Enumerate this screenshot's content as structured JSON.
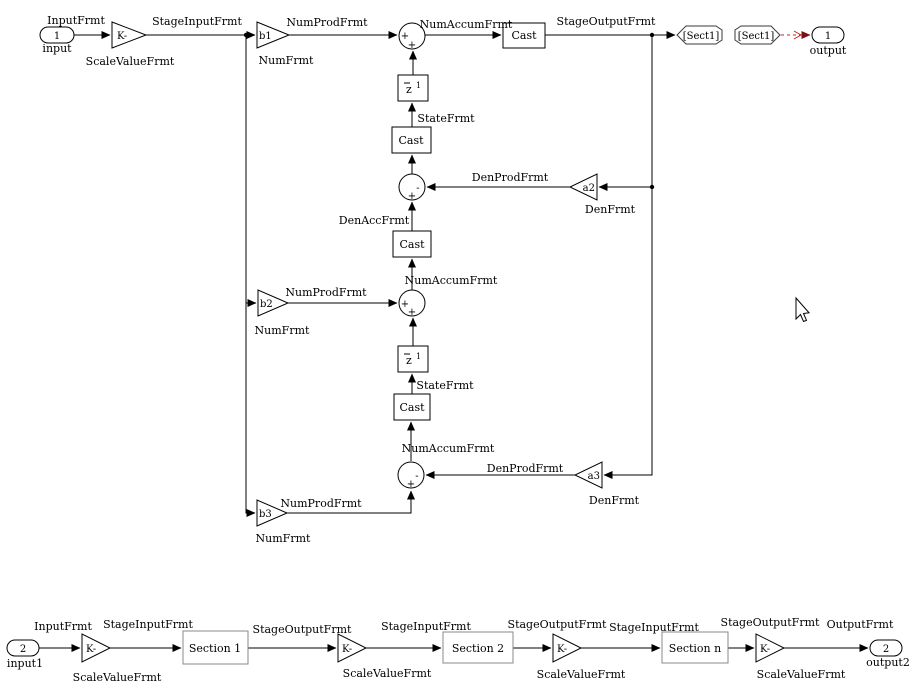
{
  "diagram_type": "Simulink filter-stage block diagram",
  "labels": {
    "input_frmt": "InputFrmt",
    "stage_input_frmt": "StageInputFrmt",
    "stage_output_frmt": "StageOutputFrmt",
    "scale_value_frmt": "ScaleValueFrmt",
    "num_prod_frmt": "NumProdFrmt",
    "num_accum_frmt": "NumAccumFrmt",
    "num_frmt": "NumFrmt",
    "den_prod_frmt": "DenProdFrmt",
    "den_acc_frmt": "DenAccFrmt",
    "den_frmt": "DenFrmt",
    "state_frmt": "StateFrmt",
    "output_frmt": "OutputFrmt"
  },
  "blocks": {
    "cast": "Cast",
    "delay_base": "z",
    "delay_sup": "1",
    "gain_scale": "K-",
    "gain_b1": "b1",
    "gain_b2": "b2",
    "gain_b3": "b3",
    "gain_a2": "a2",
    "gain_a3": "a3",
    "goto_tag": "[Sect1]",
    "from_tag": "[Sect1]",
    "section_1": "Section 1",
    "section_2": "Section 2",
    "section_n": "Section n",
    "plus": "+",
    "minus": "-"
  },
  "ports": {
    "top_input": {
      "number": "1",
      "name": "input"
    },
    "top_output": {
      "number": "1",
      "name": "output"
    },
    "bottom_input": {
      "number": "2",
      "name": "input1"
    },
    "bottom_output": {
      "number": "2",
      "name": "output2"
    }
  },
  "colors": {
    "wire": "#000000",
    "goto_from_signal": "#cc2222",
    "goto_from_arrow": "#7a1010",
    "section_border": "#8a8a8a"
  }
}
